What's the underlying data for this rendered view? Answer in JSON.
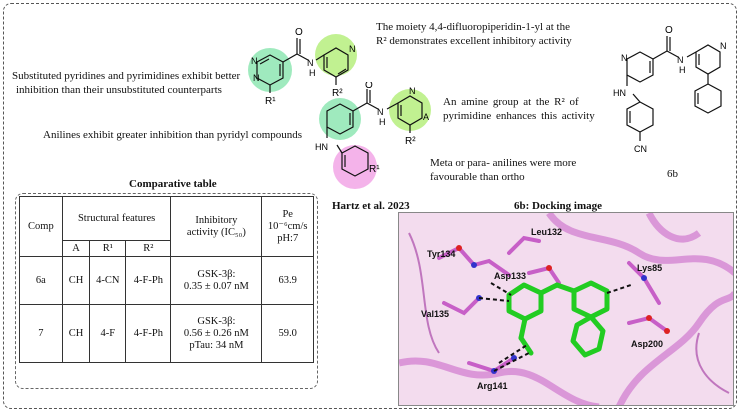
{
  "statements": {
    "difluoro_line1": "The moiety 4,4-difluoropiperidin-1-yl at the",
    "difluoro_line2": "R² demonstrates excellent inhibitory activity",
    "pyridines_line1": "Substituted pyridines and pyrimidines exhibit better",
    "pyridines_line2": "inhibition than their unsubstituted counterparts",
    "amine_line1": "An amine group at the R² of",
    "amine_line2": "pyrimidine enhances this activity",
    "anilines": "Anilines exhibit greater inhibition than pyridyl compounds",
    "meta_line1": "Meta or para- anilines were more",
    "meta_line2": "favourable than ortho"
  },
  "structure_labels": {
    "R1": "R¹",
    "R2": "R²",
    "A": "A",
    "HN": "HN",
    "N": "N",
    "H": "H",
    "O": "O",
    "CN": "CN",
    "compound": "6b"
  },
  "headings": {
    "comparative": "Comparative table",
    "citation": "Hartz et al. 2023",
    "docking": "6b: Docking image"
  },
  "table": {
    "header": {
      "comp": "Comp",
      "structural_features": "Structural features",
      "activity_line1": "Inhibitory",
      "activity_line2": "activity (IC₅₀)",
      "pe_line1": "Pe",
      "pe_line2": "10⁻⁶cm/s",
      "pe_line3": "pH:7",
      "col_A": "A",
      "col_R1": "R¹",
      "col_R2": "R²"
    },
    "rows": [
      {
        "comp": "6a",
        "A": "CH",
        "R1": "4-CN",
        "R2": "4-F-Ph",
        "activity_line1": "GSK-3β:",
        "activity_line2": "0.35 ± 0.07 nM",
        "activity_line3": "",
        "pe": "63.9"
      },
      {
        "comp": "7",
        "A": "CH",
        "R1": "4-F",
        "R2": "4-F-Ph",
        "activity_line1": "GSK-3β:",
        "activity_line2": "0.56 ± 0.26 nM",
        "activity_line3": "pTau: 34 nM",
        "pe": "59.0"
      }
    ]
  },
  "docking_residues": {
    "tyr134": "Tyr134",
    "leu132": "Leu132",
    "asp133": "Asp133",
    "lys85": "Lys85",
    "val135": "Val135",
    "asp200": "Asp200",
    "arg141": "Arg141"
  },
  "colors": {
    "pyrimidine_highlight": "#7fe3a8",
    "pyridine_highlight": "#b6ef7e",
    "aniline_highlight": "#f2a6e6",
    "ligand": "#22cc22",
    "protein": "#c75fc7"
  }
}
